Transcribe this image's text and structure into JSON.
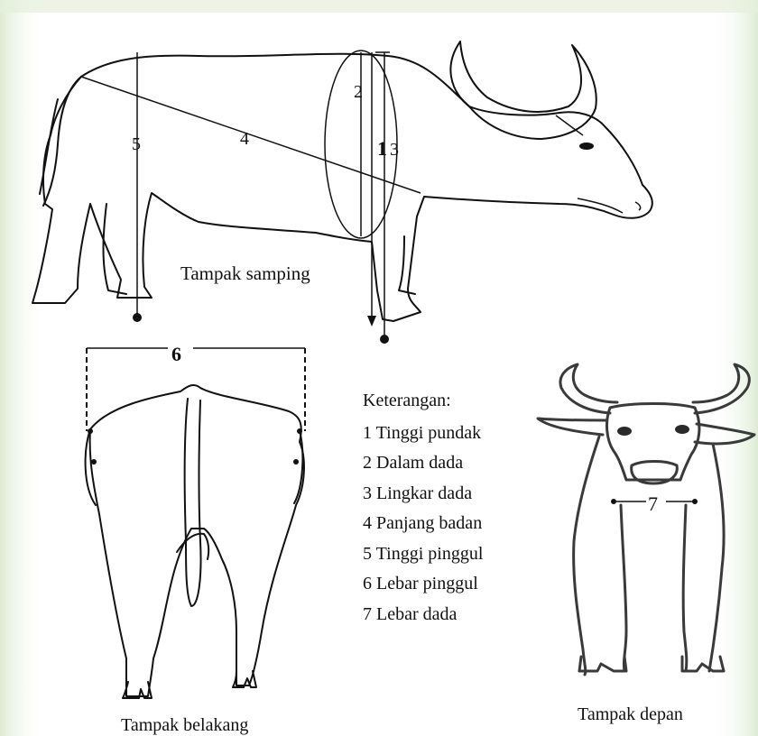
{
  "views": {
    "side": "Tampak samping",
    "rear": "Tampak belakang",
    "front": "Tampak depan"
  },
  "measure_numbers": {
    "m1": "1",
    "m2": "2",
    "m3": "3",
    "m4": "4",
    "m5": "5",
    "m6": "6",
    "m7": "7"
  },
  "legend": {
    "title": "Keterangan:",
    "items": [
      "1 Tinggi pundak",
      "2 Dalam dada",
      "3 Lingkar dada",
      "4 Panjang badan",
      "5 Tinggi pinggul",
      "6 Lebar pinggul",
      "7 Lebar dada"
    ]
  },
  "colors": {
    "background": "#ffffff",
    "background_edge_tint": "#e3efd6",
    "line": "#111111"
  }
}
